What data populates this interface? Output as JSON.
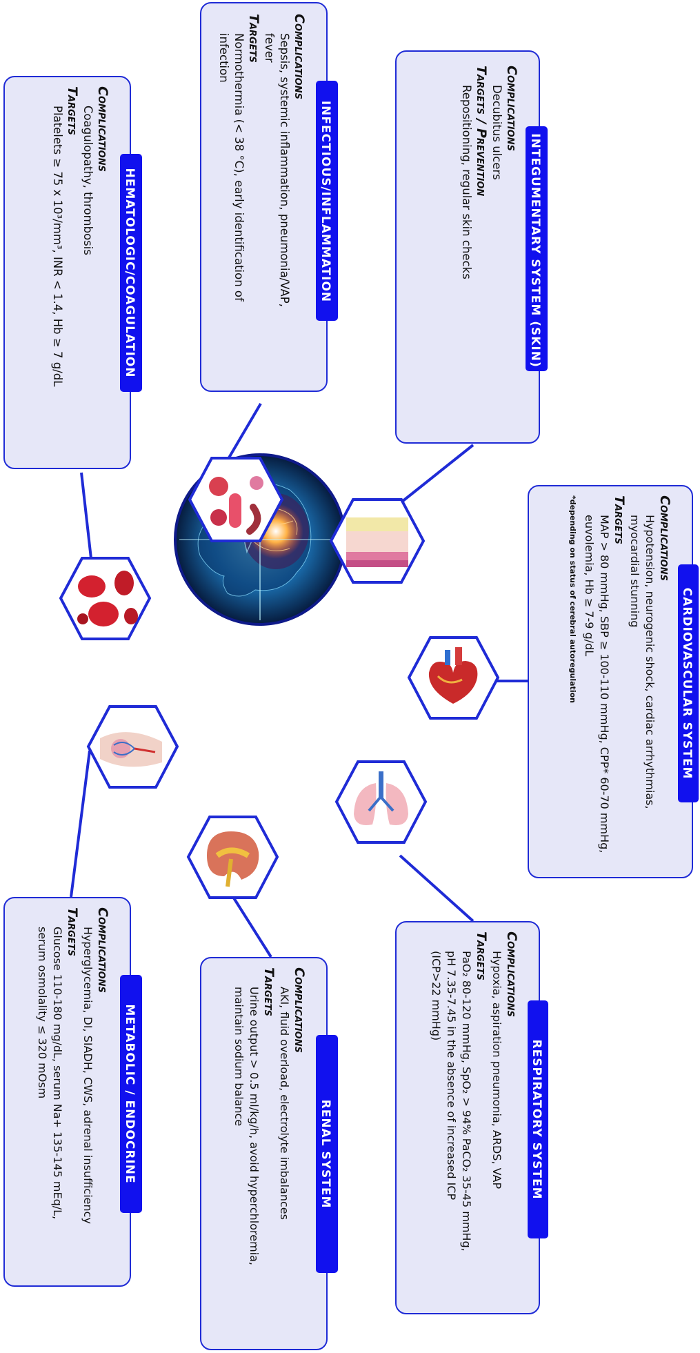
{
  "colors": {
    "accent": "#1111ee",
    "panel_bg": "#e6e7f8",
    "border": "#1f2bd6"
  },
  "central_icon": "ai-head-brain-icon",
  "panels": {
    "integumentary": {
      "title": "INTEGUMENTARY SYSTEM (SKIN)",
      "complications_label": "Complications",
      "complications": "Decubitus ulcers",
      "targets_label": "Targets / Prevention",
      "targets": "Repositioning, regular skin checks",
      "icon": "skin-layers-icon"
    },
    "infectious": {
      "title": "INFECTIOUS/INFLAMMATION",
      "complications_label": "Complications",
      "complications": "Sepsis, systemic inflammation, pneumonia/VAP, fever",
      "targets_label": "Targets",
      "targets": "Normothermia (< 38 °C), early identification of infection",
      "icon": "bacteria-virus-icon"
    },
    "hematologic": {
      "title": "HEMATOLOGIC/COAGULATION",
      "complications_label": "Complications",
      "complications": "Coagulopathy, thrombosis",
      "targets_label": "Targets",
      "targets": "Platelets ≥ 75 x 10³/mm³, INR < 1.4, Hb ≥ 7 g/dL",
      "icon": "blood-clot-icon"
    },
    "cardiovascular": {
      "title": "CARDIOVASCULAR SYSTEM",
      "complications_label": "Complications",
      "complications_1": "Hypotension, neurogenic shock, cardiac arrhythmias,",
      "complications_2": "myocardial stunning",
      "targets_label": "Targets",
      "targets_1": "MAP > 80 mmHg, SBP ≥ 100-110 mmHg, CPP* 60-70 mmHg,",
      "targets_2": "euvolemia, Hb ≥ 7-9 g/dL",
      "note": "*depending on status of cerebral autoregulation",
      "icon": "heart-icon"
    },
    "respiratory": {
      "title": "RESPIRATORY SYSTEM",
      "complications_label": "Complications",
      "complications": "Hypoxia, aspiration pneumonia, ARDS, VAP",
      "targets_label": "Targets",
      "targets_1": "PaO₂ 80-120 mmHg, SpO₂ > 94% PaCO₂ 35-45 mmHg,",
      "targets_2": "pH 7.35-7.45 in the absence of increased ICP",
      "targets_3": "(ICP>22 mmHg)",
      "icon": "lungs-icon"
    },
    "renal": {
      "title": "RENAL SYSTEM",
      "complications_label": "Complications",
      "complications": "AKI, fluid overload, electrolyte imbalances",
      "targets_label": "Targets",
      "targets_1": "Urine output > 0.5 ml/kg/h, avoid hyperchloremia,",
      "targets_2": "maintain sodium balance",
      "icon": "kidney-icon"
    },
    "metabolic": {
      "title": "METABOLIC / ENDOCRINE",
      "complications_label": "Complications",
      "complications": "Hyperglycemia, DI, SIADH, CWS, adrenal insufficiency",
      "targets_label": "Targets",
      "targets_1": "Glucose 110-180 mg/dL, serum Na+ 135-145 mEq/L,",
      "targets_2": "serum osmolality ≤ 320 mOsm",
      "icon": "endocrine-gland-icon"
    }
  }
}
